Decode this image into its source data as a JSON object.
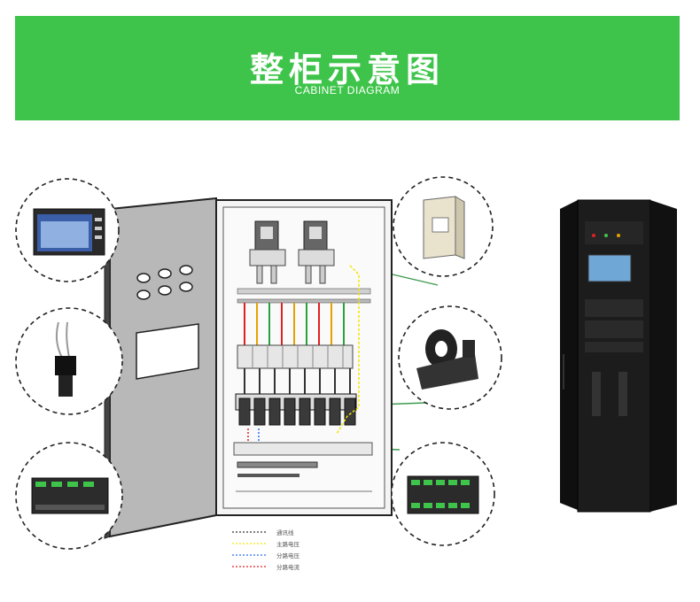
{
  "header": {
    "title": "整柜示意图",
    "subtitle": "CABINET DIAGRAM",
    "bg_color": "#3ec44a"
  },
  "legend": [
    {
      "label": "通讯线",
      "color": "#333333"
    },
    {
      "label": "主路电压",
      "color": "#f2e600"
    },
    {
      "label": "分路电压",
      "color": "#2b6ef0"
    },
    {
      "label": "分路电流",
      "color": "#e02020"
    }
  ],
  "callouts": {
    "left": [
      "touchscreen-display",
      "ct-connector-cable",
      "din-rail-meter-module"
    ],
    "right": [
      "current-transformer",
      "split-core-ct",
      "branch-monitor-module"
    ]
  },
  "colors": {
    "connector_line": "#3f9a4f",
    "cabinet_door": "#b8b8b8",
    "cabinet_body": "#f4f4f4",
    "rack_body": "#1c1c1c"
  }
}
